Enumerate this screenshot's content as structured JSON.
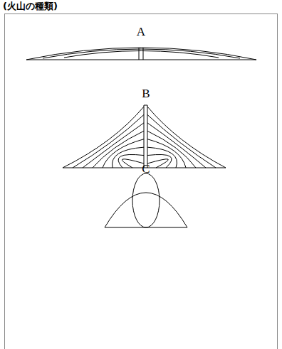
{
  "diagram": {
    "title": "(火山の種類)",
    "labels": [
      "A",
      "B",
      "C"
    ]
  }
}
